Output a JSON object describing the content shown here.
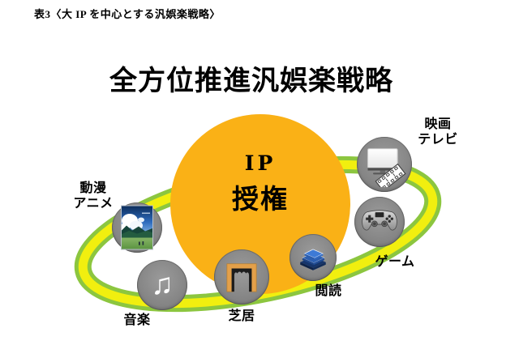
{
  "caption": "表3〈大 IP を中心とする汎娯楽戦略〉",
  "main_title": "全方位推進汎娯楽戦略",
  "hub": {
    "line1": "IP",
    "line2": "授権"
  },
  "nodes": {
    "movie_tv": {
      "label_line1": "映画",
      "label_line2": "テレビ",
      "icon": "tv-filmstrip-icon"
    },
    "game": {
      "label": "ゲーム",
      "icon": "gamepad-icon"
    },
    "reading": {
      "label": "閲読",
      "icon": "books-icon"
    },
    "theater": {
      "label": "芝居",
      "icon": "stage-curtain-icon"
    },
    "music": {
      "label": "音楽",
      "icon": "music-note-icon",
      "glyph": "♫"
    },
    "anime": {
      "label_line1": "動漫",
      "label_line2": "アニメ",
      "icon": "anime-still-icon"
    }
  },
  "colors": {
    "hub_orange": "#FAB116",
    "ring_yellow": "#F1EF0F",
    "ring_green": "#8CC63F",
    "node_gray": "#868686",
    "text_black": "#000000"
  }
}
